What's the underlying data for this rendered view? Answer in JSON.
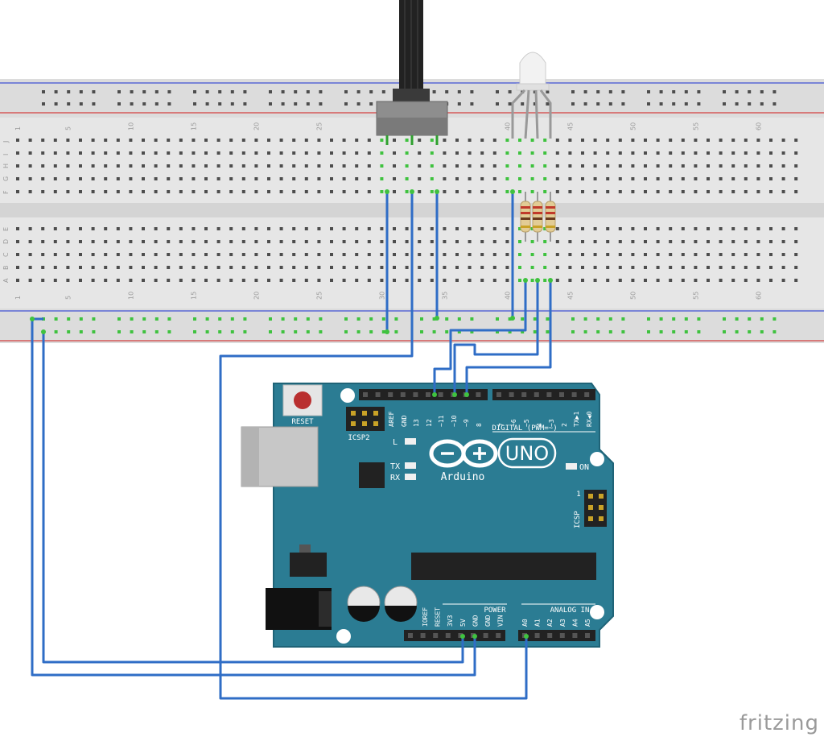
{
  "title": "",
  "watermark": "fritzing",
  "breadboard": {
    "column_numbers": [
      "1",
      "5",
      "10",
      "15",
      "20",
      "25",
      "30",
      "35",
      "40",
      "45",
      "50",
      "55",
      "60"
    ],
    "row_letters_top": [
      "J",
      "I",
      "H",
      "G",
      "F"
    ],
    "row_letters_bottom": [
      "E",
      "D",
      "C",
      "B",
      "A"
    ]
  },
  "arduino": {
    "brand": "Arduino",
    "model": "UNO",
    "reset_label": "RESET",
    "icsp2_label": "ICSP2",
    "icsp_label": "ICSP",
    "icsp_pin1": "1",
    "led_labels": [
      "L",
      "TX",
      "RX",
      "ON"
    ],
    "digital_label": "DIGITAL (PWM=~)",
    "digital_pins": [
      "AREF",
      "GND",
      "13",
      "12",
      "~11",
      "~10",
      "~9",
      "8",
      "7",
      "~6",
      "~5",
      "4",
      "~3",
      "2",
      "TX▶1",
      "RX◀0"
    ],
    "power_label": "POWER",
    "power_pins": [
      "IOREF",
      "RESET",
      "3V3",
      "5V",
      "GND",
      "GND",
      "VIN"
    ],
    "analog_label": "ANALOG IN",
    "analog_pins": [
      "A0",
      "A1",
      "A2",
      "A3",
      "A4",
      "A5"
    ]
  },
  "colors": {
    "board": "#2b7c93",
    "board_edge": "#1f6377",
    "wire": "#2f6dc6",
    "breadboard": "#e6e6e6",
    "rail_red": "#d55a5a",
    "rail_blue": "#5a68d5",
    "connected_hole": "#3fc23f"
  }
}
